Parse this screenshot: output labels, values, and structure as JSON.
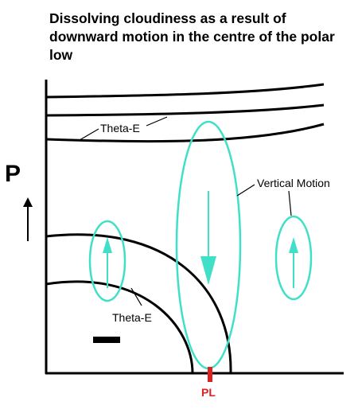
{
  "title": "Dissolving cloudiness as a result of downward motion in the centre of the polar low",
  "axis": {
    "pressure_label": "P"
  },
  "labels": {
    "theta_e_upper": "Theta-E",
    "theta_e_lower": "Theta-E",
    "vertical_motion": "Vertical Motion",
    "center_marker": "PL"
  },
  "colors": {
    "ink": "#000000",
    "vertical_motion": "#40e0c8",
    "polar_low_marker": "#e02020"
  }
}
